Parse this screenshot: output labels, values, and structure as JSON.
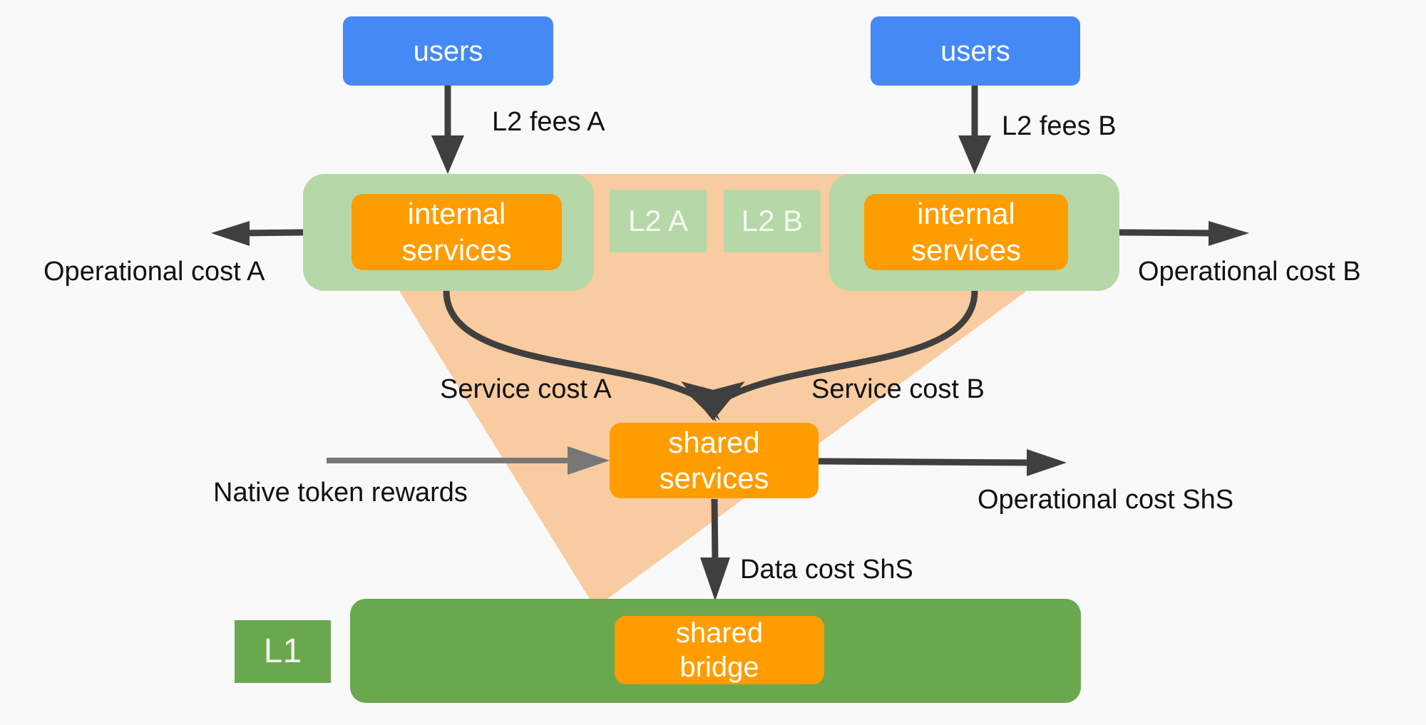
{
  "nodes": {
    "users_a": "users",
    "users_b": "users",
    "internal_a_line1": "internal",
    "internal_a_line2": "services",
    "internal_b_line1": "internal",
    "internal_b_line2": "services",
    "l2a": "L2 A",
    "l2b": "L2 B",
    "shared_services_line1": "shared",
    "shared_services_line2": "services",
    "shared_bridge_line1": "shared",
    "shared_bridge_line2": "bridge",
    "l1": "L1"
  },
  "edges": {
    "l2_fees_a": "L2 fees A",
    "l2_fees_b": "L2 fees B",
    "op_cost_a": "Operational cost A",
    "op_cost_b": "Operational cost B",
    "service_cost_a": "Service cost A",
    "service_cost_b": "Service cost B",
    "native_rewards": "Native token rewards",
    "op_cost_shs": "Operational cost ShS",
    "data_cost_shs": "Data cost ShS"
  },
  "colors": {
    "users": "#4589f6",
    "service": "#ff9c00",
    "l2_panel": "#b6d8a8",
    "l1": "#6aa84f",
    "funnel": "#f9cba0",
    "arrow": "#3f3f3f",
    "reward_arrow": "#777777"
  }
}
